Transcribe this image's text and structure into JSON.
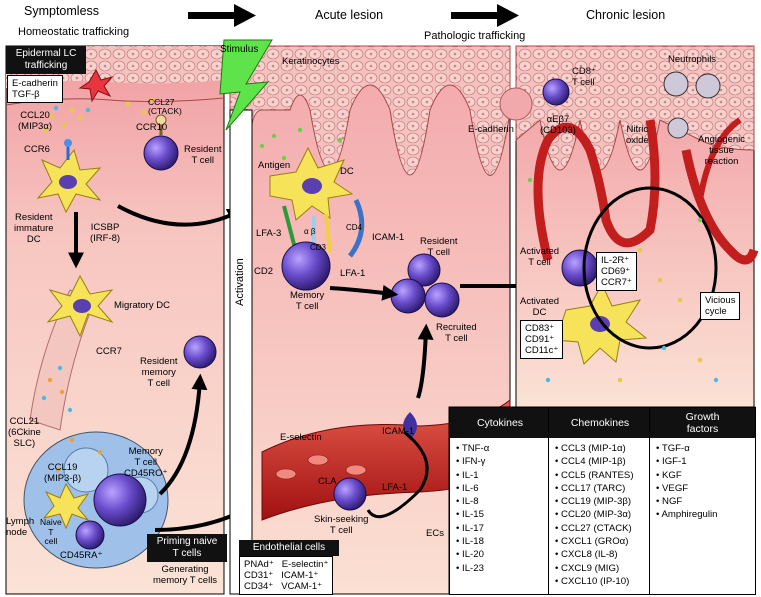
{
  "stages": {
    "symptomless": "Symptomless",
    "acute": "Acute lesion",
    "chronic": "Chronic lesion"
  },
  "subheaders": {
    "homeostatic": "Homeostatic trafficking",
    "pathologic": "Pathologic trafficking"
  },
  "left_panel": {
    "epidermal_box": "Epidermal LC\ntrafficking",
    "ecad_box": "E-cadherin\nTGF-β",
    "ccl27": "CCL27\n(CTACK)",
    "ccl20": "CCL20\n(MIP3α)",
    "ccr10": "CCR10",
    "ccr6": "CCR6",
    "resident_t": "Resident\nT cell",
    "resident_immature_dc": "Resident\nimmature\nDC",
    "icsbp": "ICSBP\n(IRF-8)",
    "migratory_dc": "Migratory DC",
    "ccr7": "CCR7",
    "resident_memory": "Resident\nmemory\nT cell",
    "ccl21": "CCL21\n(6Ckine\nSLC)",
    "ccl19": "CCL19\n(MIP3-β)",
    "memory_t": "Memory\nT cell\nCD45RO⁺",
    "lymph_node": "Lymph\nnode",
    "naive_t": "Naive\nT\ncell",
    "cd45ra": "CD45RA⁺",
    "priming_box": "Priming naive\nT cells",
    "generating": "Generating\nmemory T cells"
  },
  "middle_panel": {
    "stimulus": "Stimulus",
    "keratinocytes": "Keratinocytes",
    "activation": "Activation",
    "antigen": "Antigen",
    "dc": "DC",
    "lfa3": "LFA-3",
    "cd4": "CD4",
    "cd3": "CD3",
    "icam1": "ICAM-1",
    "cd2": "CD2",
    "lfa1": "LFA-1",
    "ab": "α β",
    "memory_t": "Memory\nT cell",
    "resident_t": "Resident\nT cell",
    "recruited_t": "Recruited\nT cell",
    "e_selectin": "E-selectin",
    "cla": "CLA",
    "icam1_b": "ICAM-1",
    "lfa1_b": "LFA-1",
    "skin_seeking": "Skin-seeking\nT cell",
    "ecs": "ECs",
    "endothelial_header": "Endothelial cells",
    "endothelial_items": "PNAd⁺   E-selectin⁺\nCD31⁺   ICAM-1⁺\nCD34⁺   VCAM-1⁺"
  },
  "right_panel": {
    "cd8": "CD8⁺\nT cell",
    "neutrophils": "Neutrophils",
    "e_cadherin": "E-cadherin",
    "ae_b7": "αEβ7\n(CD103)",
    "nitric_oxide": "Nitric\noxide",
    "angiogenic": "Angiogenic\ntissue\nreaction",
    "activated_t": "Activated\nT cell",
    "t_markers": "IL-2R⁺\nCD69⁺\nCCR7⁺",
    "vicious": "Vicious\ncycle",
    "activated_dc": "Activated\nDC",
    "dc_markers": "CD83⁺\nCD91⁺\nCD11c⁺"
  },
  "tables": {
    "cytokines": {
      "title": "Cytokines",
      "items": [
        "TNF-α",
        "IFN-γ",
        "IL-1",
        "IL-6",
        "IL-8",
        "IL-15",
        "IL-17",
        "IL-18",
        "IL-20",
        "IL-23"
      ]
    },
    "chemokines": {
      "title": "Chemokines",
      "items": [
        "CCL3 (MIP-1α)",
        "CCL4 (MIP-1β)",
        "CCL5 (RANTES)",
        "CCL17 (TARC)",
        "CCL19 (MIP-3β)",
        "CCL20 (MIP-3α)",
        "CCL27 (CTACK)",
        "CXCL1 (GROα)",
        "CXCL8 (IL-8)",
        "CXCL9 (MIG)",
        "CXCL10 (IP-10)"
      ]
    },
    "growth": {
      "title": "Growth\nfactors",
      "items": [
        "TGF-α",
        "IGF-1",
        "KGF",
        "VEGF",
        "NGF",
        "Amphiregulin"
      ]
    }
  },
  "colors": {
    "tissue_pink": "#f2a9ab",
    "dermis_light": "#f9d6c8",
    "vessel_red": "#c21e1e",
    "dc_yellow": "#f6e35a",
    "tcell_purple": "#5a3fb0",
    "stimulus_green": "#5ee34a",
    "black": "#111111"
  }
}
